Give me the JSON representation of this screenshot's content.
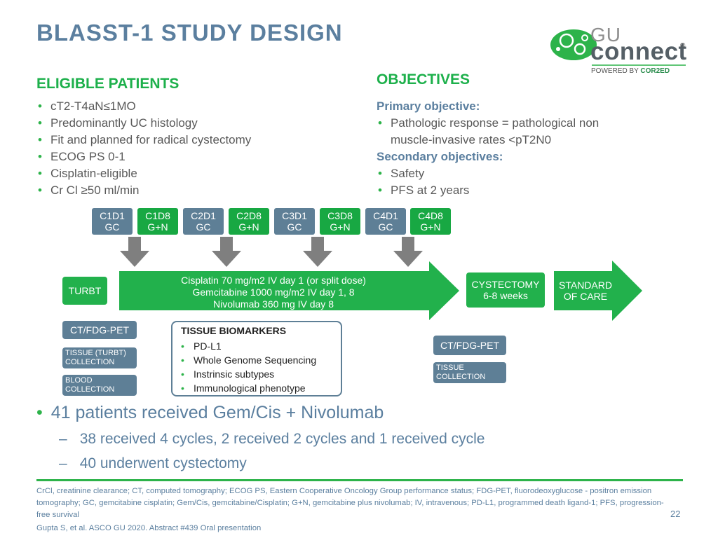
{
  "title": "BLASST-1 STUDY DESIGN",
  "logo": {
    "gu": "GU",
    "connect": "connect",
    "registered": "®",
    "powered_prefix": "POWERED BY ",
    "powered_brand": "COR2ED"
  },
  "eligible": {
    "heading": "ELIGIBLE PATIENTS",
    "items": [
      "cT2-T4aN≤1MO",
      "Predominantly UC histology",
      "Fit and planned for radical cystectomy",
      "ECOG PS 0-1",
      "Cisplatin-eligible",
      "Cr Cl ≥50 ml/min"
    ]
  },
  "objectives": {
    "heading": "OBJECTIVES",
    "primary_label": "Primary objective:",
    "primary_item_line1": "Pathologic response = pathological non",
    "primary_item_line2": "muscle-invasive rates <pT2N0",
    "secondary_label": "Secondary objectives:",
    "secondary_items": [
      "Safety",
      "PFS at 2 years"
    ]
  },
  "cycles": [
    {
      "top": "C1D1",
      "bottom": "GC"
    },
    {
      "top": "C1D8",
      "bottom": "G+N"
    },
    {
      "top": "C2D1",
      "bottom": "GC"
    },
    {
      "top": "C2D8",
      "bottom": "G+N"
    },
    {
      "top": "C3D1",
      "bottom": "GC"
    },
    {
      "top": "C3D8",
      "bottom": "G+N"
    },
    {
      "top": "C4D1",
      "bottom": "GC"
    },
    {
      "top": "C4D8",
      "bottom": "G+N"
    }
  ],
  "flow": {
    "turbt": "TURBT",
    "treatment_line1": "Cisplatin 70 mg/m2 IV day 1 (or split dose)",
    "treatment_line2": "Gemcitabine 1000 mg/m2 IV day 1, 8",
    "treatment_line3": "Nivolumab 360 mg IV day 8",
    "cystectomy_line1": "CYSTECTOMY",
    "cystectomy_line2": "6-8 weeks",
    "standard_line1": "STANDARD",
    "standard_line2": "OF CARE"
  },
  "left_boxes": {
    "ct_pet": "CT/FDG-PET",
    "tissue_line1": "TISSUE (TURBT)",
    "tissue_line2": "COLLECTION",
    "blood_line1": "BLOOD",
    "blood_line2": "COLLECTION"
  },
  "biomarkers": {
    "title": "TISSUE BIOMARKERS",
    "items": [
      "PD-L1",
      "Whole Genome Sequencing",
      "Instrinsic subtypes",
      "Immunological phenotype"
    ]
  },
  "right_boxes": {
    "ct_pet": "CT/FDG-PET",
    "tissue_line1": "TISSUE",
    "tissue_line2": "COLLECTION"
  },
  "summary": {
    "main": "41 patients received Gem/Cis + Nivolumab",
    "sub1": "38 received 4 cycles, 2 received 2 cycles and 1 received  cycle",
    "sub2": "40 underwent cystectomy"
  },
  "footnote": "CrCl, creatinine clearance; CT, computed tomography; ECOG PS, Eastern Cooperative Oncology Group performance status; FDG-PET, fluorodeoxyglucose - positron emission tomography; GC, gemcitabine cisplatin; Gem/Cis, gemcitabine/Cisplatin; G+N, gemcitabine plus nivolumab; IV, intravenous; PD-L1, programmed death ligand-1; PFS, progression-free survival",
  "page_number": "22",
  "reference": "Gupta S, et al. ASCO GU 2020. Abstract #439 Oral presentation",
  "colors": {
    "title_blue": "#5b7f9f",
    "green": "#22b14c",
    "box_blue": "#5e7f96",
    "arrow_gray": "#7f7f7f"
  }
}
